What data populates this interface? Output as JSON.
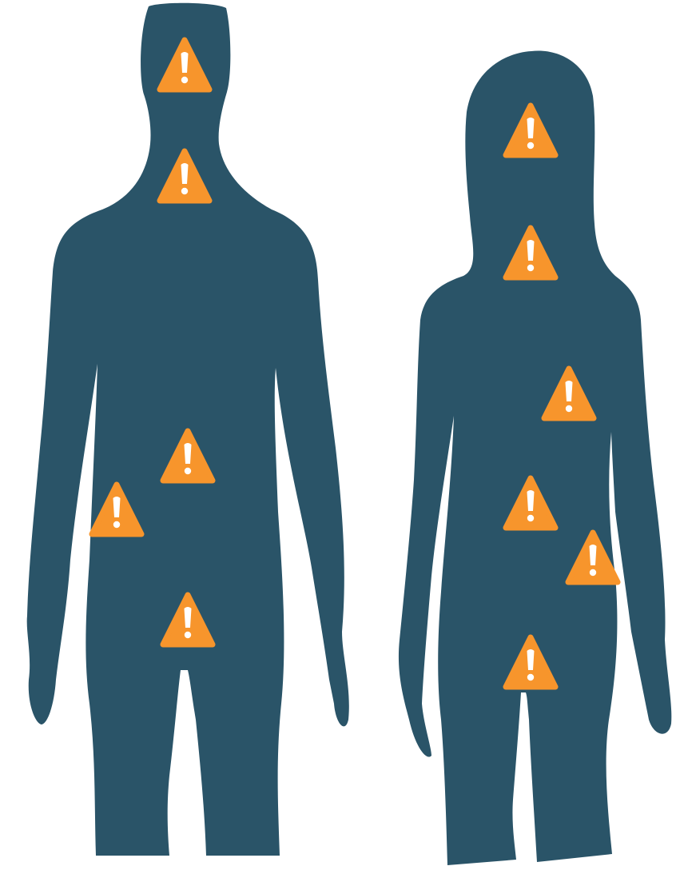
{
  "figures": [
    {
      "id": "male",
      "name": "male-silhouette",
      "color": "#2a5468",
      "warnings": [
        {
          "id": "head",
          "name": "warning-icon-head"
        },
        {
          "id": "neck",
          "name": "warning-icon-neck"
        },
        {
          "id": "stomach",
          "name": "warning-icon-stomach"
        },
        {
          "id": "side",
          "name": "warning-icon-side"
        },
        {
          "id": "groin",
          "name": "warning-icon-groin"
        }
      ]
    },
    {
      "id": "female",
      "name": "female-silhouette",
      "color": "#2a5468",
      "warnings": [
        {
          "id": "head",
          "name": "warning-icon-head"
        },
        {
          "id": "neck",
          "name": "warning-icon-neck"
        },
        {
          "id": "chest",
          "name": "warning-icon-chest"
        },
        {
          "id": "stomach",
          "name": "warning-icon-stomach"
        },
        {
          "id": "side",
          "name": "warning-icon-side"
        },
        {
          "id": "groin",
          "name": "warning-icon-groin"
        }
      ]
    }
  ],
  "icon": {
    "name": "warning-icon",
    "glyph": "!",
    "color": "#f7952c",
    "mark_color": "#ffffff"
  }
}
